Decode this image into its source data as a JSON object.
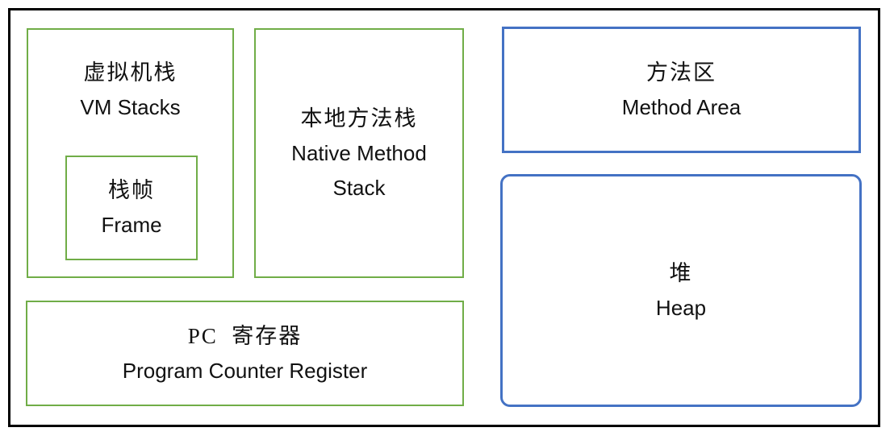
{
  "diagram": {
    "colors": {
      "stack_box_border": "#70AD47",
      "heap_box_border": "#4472C4",
      "outer_border": "#000000",
      "text": "#111111"
    },
    "boxes": {
      "vm_stacks": {
        "zh": "虚拟机栈",
        "en": "VM Stacks"
      },
      "frame": {
        "zh": "栈帧",
        "en": "Frame"
      },
      "native_method_stack": {
        "zh": "本地方法栈",
        "en": "Native Method Stack"
      },
      "pc_register": {
        "zh": "PC  寄存器",
        "en": "Program Counter Register"
      },
      "method_area": {
        "zh": "方法区",
        "en": "Method Area"
      },
      "heap": {
        "zh": "堆",
        "en": "Heap"
      }
    }
  }
}
